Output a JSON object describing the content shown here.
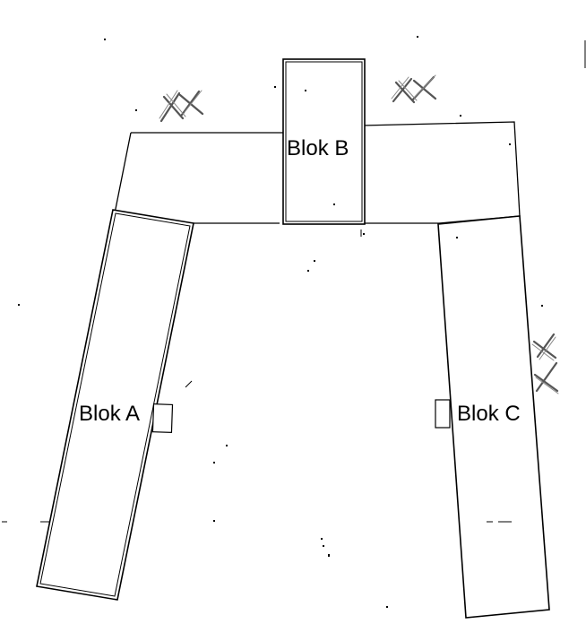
{
  "diagram": {
    "blocks": [
      {
        "id": "a",
        "label": "Blok A"
      },
      {
        "id": "b",
        "label": "Blok B"
      },
      {
        "id": "c",
        "label": "Blok C"
      }
    ]
  }
}
